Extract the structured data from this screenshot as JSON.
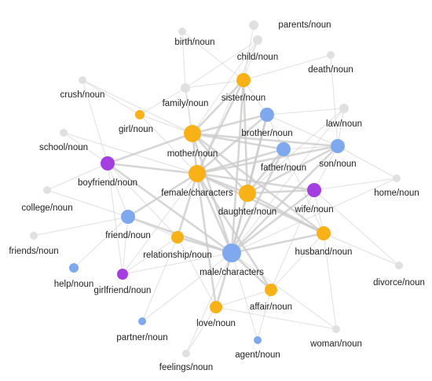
{
  "colors": {
    "gray": "#e0e0e0",
    "orange": "#f8b116",
    "blue": "#7fa9ee",
    "purple": "#a43ee0",
    "edge": "#cccccc"
  },
  "nodes": [
    {
      "id": "birth",
      "label": "birth/noun",
      "color": "gray"
    },
    {
      "id": "parents",
      "label": "parents/noun",
      "color": "gray"
    },
    {
      "id": "child",
      "label": "child/noun",
      "color": "gray"
    },
    {
      "id": "death",
      "label": "death/noun",
      "color": "gray"
    },
    {
      "id": "crush",
      "label": "crush/noun",
      "color": "gray"
    },
    {
      "id": "family",
      "label": "family/noun",
      "color": "gray"
    },
    {
      "id": "sister",
      "label": "sister/noun",
      "color": "orange"
    },
    {
      "id": "girl",
      "label": "girl/noun",
      "color": "orange"
    },
    {
      "id": "brother",
      "label": "brother/noun",
      "color": "blue"
    },
    {
      "id": "law",
      "label": "law/noun",
      "color": "gray"
    },
    {
      "id": "school",
      "label": "school/noun",
      "color": "gray"
    },
    {
      "id": "mother",
      "label": "mother/noun",
      "color": "orange"
    },
    {
      "id": "father",
      "label": "father/noun",
      "color": "blue"
    },
    {
      "id": "son",
      "label": "son/noun",
      "color": "blue"
    },
    {
      "id": "boyfriend",
      "label": "boyfriend/noun",
      "color": "purple"
    },
    {
      "id": "female",
      "label": "female/characters",
      "color": "orange"
    },
    {
      "id": "home",
      "label": "home/noun",
      "color": "gray"
    },
    {
      "id": "college",
      "label": "college/noun",
      "color": "gray"
    },
    {
      "id": "daughter",
      "label": "daughter/noun",
      "color": "orange"
    },
    {
      "id": "wife",
      "label": "wife/noun",
      "color": "purple"
    },
    {
      "id": "friend",
      "label": "friend/noun",
      "color": "blue"
    },
    {
      "id": "friends",
      "label": "friends/noun",
      "color": "gray"
    },
    {
      "id": "relationship",
      "label": "relationship/noun",
      "color": "orange"
    },
    {
      "id": "husband",
      "label": "husband/noun",
      "color": "orange"
    },
    {
      "id": "help",
      "label": "help/noun",
      "color": "blue"
    },
    {
      "id": "male",
      "label": "male/characters",
      "color": "blue"
    },
    {
      "id": "divorce",
      "label": "divorce/noun",
      "color": "gray"
    },
    {
      "id": "girlfriend",
      "label": "girlfriend/noun",
      "color": "purple"
    },
    {
      "id": "affair",
      "label": "affair/noun",
      "color": "orange"
    },
    {
      "id": "love",
      "label": "love/noun",
      "color": "orange"
    },
    {
      "id": "partner",
      "label": "partner/noun",
      "color": "blue"
    },
    {
      "id": "woman",
      "label": "woman/noun",
      "color": "gray"
    },
    {
      "id": "agent",
      "label": "agent/noun",
      "color": "blue"
    },
    {
      "id": "feelings",
      "label": "feelings/noun",
      "color": "gray"
    }
  ],
  "edges": [
    [
      "female",
      "male"
    ],
    [
      "female",
      "mother"
    ],
    [
      "female",
      "daughter"
    ],
    [
      "female",
      "sister"
    ],
    [
      "female",
      "boyfriend"
    ],
    [
      "female",
      "relationship"
    ],
    [
      "female",
      "friend"
    ],
    [
      "female",
      "father"
    ],
    [
      "female",
      "husband"
    ],
    [
      "female",
      "wife"
    ],
    [
      "female",
      "girl"
    ],
    [
      "female",
      "family"
    ],
    [
      "female",
      "brother"
    ],
    [
      "female",
      "son"
    ],
    [
      "female",
      "love"
    ],
    [
      "female",
      "girlfriend"
    ],
    [
      "female",
      "child"
    ],
    [
      "female",
      "affair"
    ],
    [
      "female",
      "school"
    ],
    [
      "male",
      "daughter"
    ],
    [
      "male",
      "wife"
    ],
    [
      "male",
      "husband"
    ],
    [
      "male",
      "relationship"
    ],
    [
      "male",
      "friend"
    ],
    [
      "male",
      "father"
    ],
    [
      "male",
      "son"
    ],
    [
      "male",
      "brother"
    ],
    [
      "male",
      "mother"
    ],
    [
      "male",
      "affair"
    ],
    [
      "male",
      "love"
    ],
    [
      "male",
      "girlfriend"
    ],
    [
      "male",
      "boyfriend"
    ],
    [
      "male",
      "sister"
    ],
    [
      "male",
      "woman"
    ],
    [
      "male",
      "home"
    ],
    [
      "male",
      "law"
    ],
    [
      "male",
      "partner"
    ],
    [
      "male",
      "agent"
    ],
    [
      "male",
      "feelings"
    ],
    [
      "mother",
      "daughter"
    ],
    [
      "mother",
      "father"
    ],
    [
      "mother",
      "sister"
    ],
    [
      "mother",
      "brother"
    ],
    [
      "mother",
      "son"
    ],
    [
      "mother",
      "family"
    ],
    [
      "mother",
      "boyfriend"
    ],
    [
      "mother",
      "child"
    ],
    [
      "mother",
      "girl"
    ],
    [
      "mother",
      "husband"
    ],
    [
      "mother",
      "crush"
    ],
    [
      "daughter",
      "son"
    ],
    [
      "daughter",
      "wife"
    ],
    [
      "daughter",
      "husband"
    ],
    [
      "daughter",
      "father"
    ],
    [
      "daughter",
      "sister"
    ],
    [
      "daughter",
      "brother"
    ],
    [
      "daughter",
      "law"
    ],
    [
      "sister",
      "brother"
    ],
    [
      "sister",
      "parents"
    ],
    [
      "sister",
      "child"
    ],
    [
      "sister",
      "death"
    ],
    [
      "sister",
      "birth"
    ],
    [
      "sister",
      "family"
    ],
    [
      "brother",
      "son"
    ],
    [
      "brother",
      "father"
    ],
    [
      "brother",
      "law"
    ],
    [
      "father",
      "son"
    ],
    [
      "son",
      "law"
    ],
    [
      "son",
      "wife"
    ],
    [
      "son",
      "home"
    ],
    [
      "son",
      "death"
    ],
    [
      "wife",
      "husband"
    ],
    [
      "wife",
      "home"
    ],
    [
      "wife",
      "divorce"
    ],
    [
      "wife",
      "affair"
    ],
    [
      "husband",
      "divorce"
    ],
    [
      "husband",
      "affair"
    ],
    [
      "husband",
      "woman"
    ],
    [
      "husband",
      "father"
    ],
    [
      "boyfriend",
      "girlfriend"
    ],
    [
      "boyfriend",
      "friend"
    ],
    [
      "boyfriend",
      "relationship"
    ],
    [
      "boyfriend",
      "school"
    ],
    [
      "boyfriend",
      "college"
    ],
    [
      "boyfriend",
      "crush"
    ],
    [
      "friend",
      "relationship"
    ],
    [
      "friend",
      "friends"
    ],
    [
      "friend",
      "help"
    ],
    [
      "friend",
      "college"
    ],
    [
      "friend",
      "girlfriend"
    ],
    [
      "relationship",
      "love"
    ],
    [
      "relationship",
      "girlfriend"
    ],
    [
      "relationship",
      "partner"
    ],
    [
      "love",
      "affair"
    ],
    [
      "love",
      "feelings"
    ],
    [
      "love",
      "woman"
    ],
    [
      "affair",
      "agent"
    ],
    [
      "girl",
      "crush"
    ],
    [
      "girl",
      "family"
    ],
    [
      "family",
      "birth"
    ],
    [
      "family",
      "child"
    ]
  ]
}
